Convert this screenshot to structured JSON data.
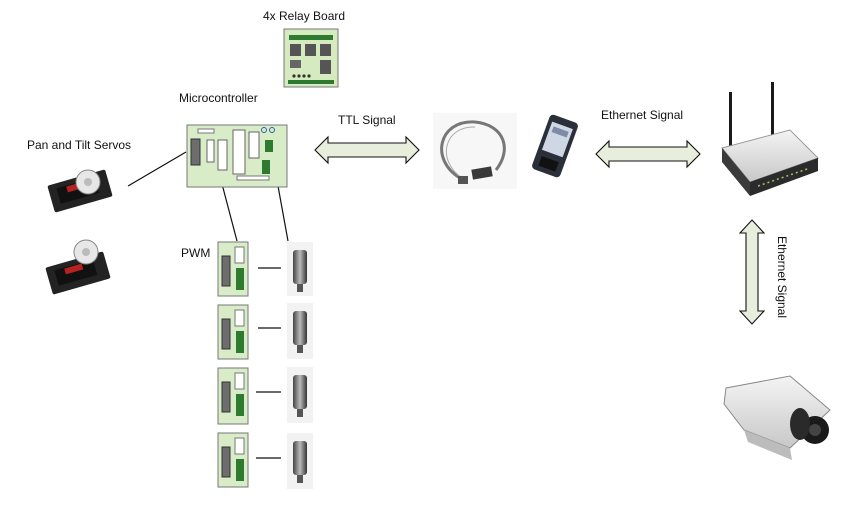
{
  "labels": {
    "relay_board": "4x Relay Board",
    "microcontroller": "Microcontroller",
    "servos": "Pan and Tilt Servos",
    "ttl_signal": "TTL Signal",
    "ethernet_signal_top": "Ethernet Signal",
    "ethernet_signal_side": "Ethernet Signal",
    "pwm": "PWM"
  },
  "icons": {
    "relay_board": "relay-board-icon",
    "microcontroller": "microcontroller-board-icon",
    "servo": "servo-icon",
    "cable": "usb-serial-cable-icon",
    "adapter": "serial-ethernet-adapter-icon",
    "router": "wireless-router-icon",
    "camera": "ip-camera-icon",
    "pwm_driver": "pwm-driver-icon",
    "motor": "dc-motor-icon"
  },
  "colors": {
    "board_green": "#d9ecc8",
    "arrow_fill": "#e8eedc",
    "chip_gray": "#7a7a7a"
  }
}
